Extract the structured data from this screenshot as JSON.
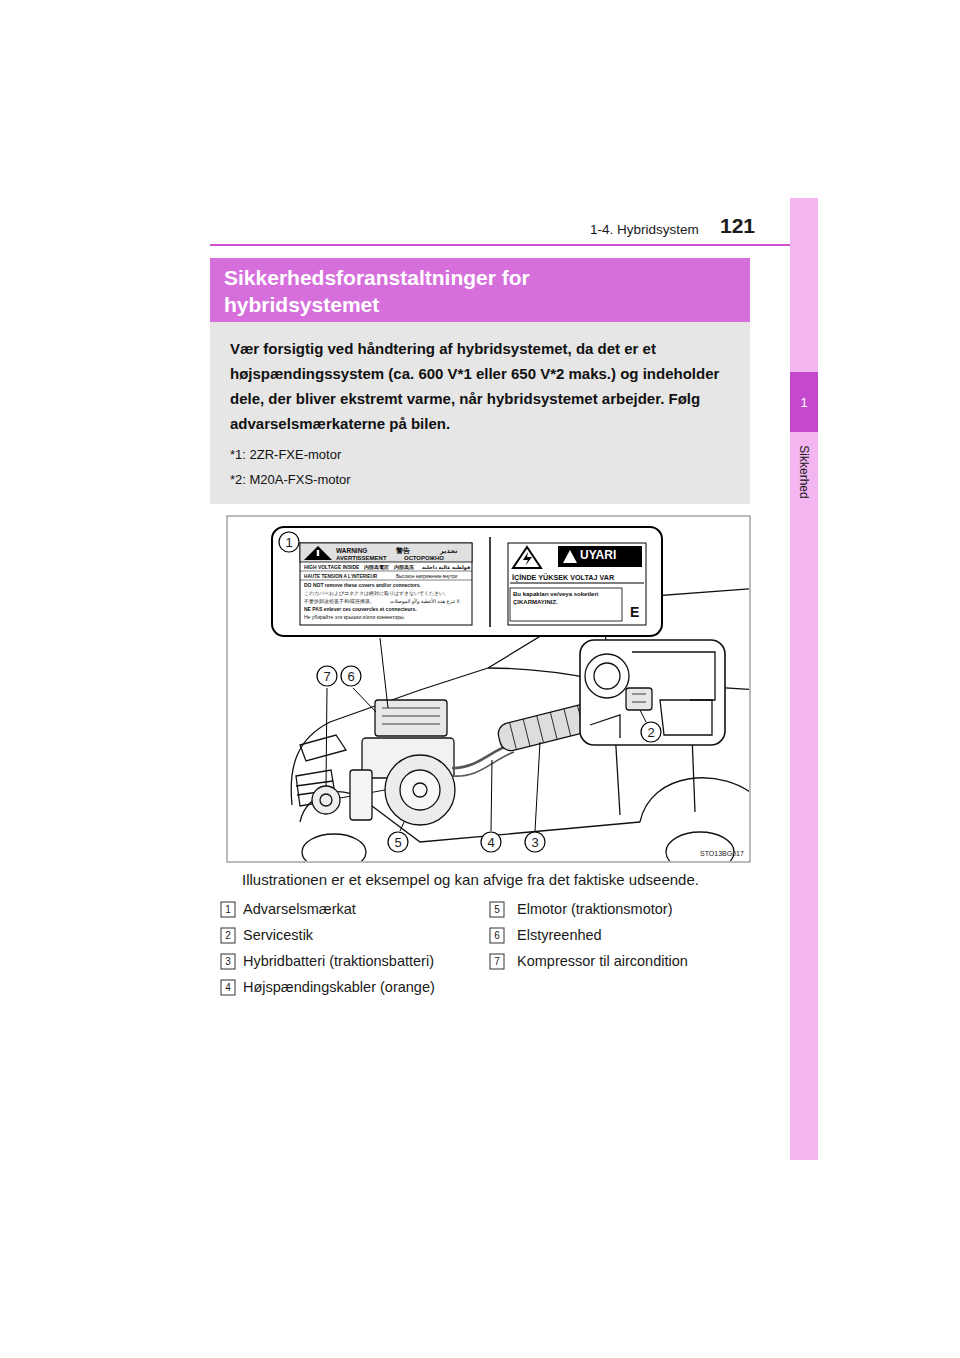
{
  "diagram": {
    "title": "Sikkerhedsforanstaltninger for hybridsystemet",
    "caption": "Illustrationen er et eksempel og kan afvige fra det faktiske udseende.",
    "nodes": [
      {
        "text": [
          "Vær forsigtig ved håndtering af hybridsystemet, da det er et højspændingssystem (ca. 600 V*1 eller 650 V*2 maks.) og indeholder dele, der bliver ekstremt varme, når hybridsystemet arbejder. Følg advarselsmærkaterne på bilen.",
          "*1: 2ZR-FXE-motor",
          "*2: M20A-FXS-motor"
        ]
      },
      {
        "text": [
          "WARNING",
          "警告",
          "تحذير",
          "AVERTISSEMENT",
          "ОСТОРОЖНО",
          "HIGH VOLTAGE INSIDE",
          "内部高電圧",
          "内部高压",
          "فولطية عالية داخلية",
          "HAUTE TENSION A L'INTERIEUR",
          "Высокое напряжение внутри",
          "DO NOT remove these covers and/or connectors.",
          "このカバーおよびコネクタは絶対に取りはずさないでください。",
          "不要拆卸这些盖子和/或连接器。",
          "لا تنزع هذه الأغطية و/أو الموصلات.",
          "NE PAS enlever ces couvercles et connecteurs.",
          "Не убирайте эти крышки и/или коннекторы."
        ]
      },
      {
        "text": [
          "UYARI",
          "İÇİNDE YÜKSEK VOLTAJ VAR",
          "Bu kapakları ve/veya soketleri ÇIKARMAYINIZ.",
          "E"
        ]
      }
    ],
    "edges": [],
    "labels": [
      "121",
      "1-4. Hybridsystem",
      "1",
      "Sikkerhed",
      "1",
      "7",
      "6",
      "2",
      "5",
      "4",
      "3",
      "STO13BG017",
      "1",
      "Advarselsmærkat",
      "5",
      "Elmotor (traktionsmotor)",
      "2",
      "Servicestik",
      "6",
      "Elstyreenhed",
      "3",
      "Hybridbatteri (traktionsbatteri)",
      "7",
      "Kompressor til aircondition",
      "4",
      "Højspændingskabler (orange)"
    ]
  }
}
